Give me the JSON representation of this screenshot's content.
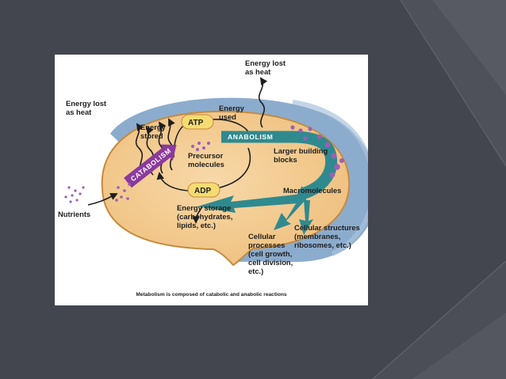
{
  "diagram": {
    "energy_lost_heat_left": "Energy lost\nas heat",
    "energy_lost_heat_top": "Energy lost\nas heat",
    "energy_stored": "Energy\nstored",
    "energy_used": "Energy\nused",
    "atp": "ATP",
    "adp": "ADP",
    "catabolism": "CATABOLISM",
    "anabolism": "ANABOLISM",
    "precursor_molecules": "Precursor\nmolecules",
    "larger_building_blocks": "Larger building\nblocks",
    "macromolecules": "Macromolecules",
    "nutrients": "Nutrients",
    "energy_storage": "Energy storage\n(carbohydrates,\nlipids, etc.)",
    "cellular_structures": "Cellular structures\n(membranes,\nribosomes, etc.)",
    "cellular_processes": "Cellular\nprocesses\n(cell growth,\ncell division,\netc.)",
    "caption": "Metabolism is composed of catabolic and anabolic reactions"
  },
  "colors": {
    "background": "#43464f",
    "cell_fill": "#f2c98f",
    "cell_outline": "#c58a3f",
    "membrane_blue": "#7fa3c8",
    "catabolism_arrow": "#8b3a9c",
    "anabolism_arrow": "#2f8a8f",
    "pill_fill": "#f5dc72",
    "particle_purple": "#9b5fb6"
  }
}
